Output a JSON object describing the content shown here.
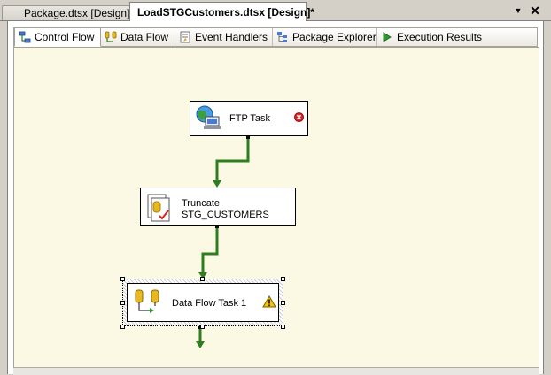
{
  "document_tabs": [
    {
      "label": "Package.dtsx [Design]",
      "active": false
    },
    {
      "label": "LoadSTGCustomers.dtsx [Design]*",
      "active": true
    }
  ],
  "window_controls": {
    "dropdown": "▼",
    "close": "✕"
  },
  "designer_tabs": [
    {
      "label": "Control Flow",
      "icon": "control-flow-icon",
      "active": true
    },
    {
      "label": "Data Flow",
      "icon": "data-flow-icon",
      "active": false
    },
    {
      "label": "Event Handlers",
      "icon": "event-handlers-icon",
      "active": false
    },
    {
      "label": "Package Explorer",
      "icon": "package-explorer-icon",
      "active": false
    },
    {
      "label": "Execution Results",
      "icon": "execution-results-icon",
      "active": false
    }
  ],
  "tasks": {
    "ftp": {
      "label": "FTP Task",
      "icon": "ftp-task-icon",
      "status_icon": "error-icon"
    },
    "truncate": {
      "label_line1": "Truncate",
      "label_line2": "STG_CUSTOMERS",
      "icon": "sql-task-icon"
    },
    "dataflow": {
      "label": "Data Flow Task 1",
      "icon": "data-flow-task-icon",
      "status_icon": "warning-icon",
      "selected": true
    }
  },
  "colors": {
    "surface": "#fbf8e4",
    "connector": "#2e7d1f",
    "error": "#d22",
    "warning": "#f5c400"
  }
}
